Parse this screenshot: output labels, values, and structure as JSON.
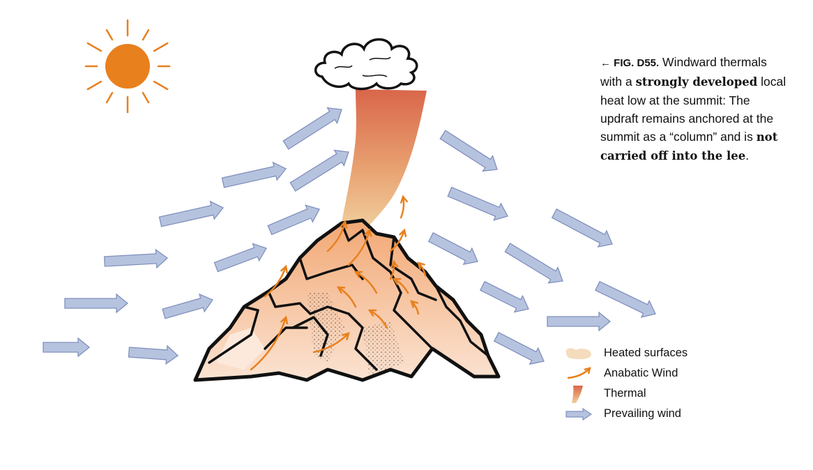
{
  "caption": {
    "fig_label": "← FIG. D55.",
    "parts": [
      {
        "text": " Windward thermals with a ",
        "bold": false
      },
      {
        "text": "strongly developed",
        "bold": true
      },
      {
        "text": " local heat low at the summit: The updraft remains anchored at the summit as a “column” and is ",
        "bold": false
      },
      {
        "text": "not carried off into the lee",
        "bold": true
      },
      {
        "text": ".",
        "bold": false
      }
    ]
  },
  "legend": [
    {
      "label": "Heated surfaces",
      "icon": "heated-surface-swatch"
    },
    {
      "label": "Anabatic Wind",
      "icon": "anabatic-arrow"
    },
    {
      "label": "Thermal",
      "icon": "thermal-swatch"
    },
    {
      "label": "Prevailing wind",
      "icon": "wind-arrow"
    }
  ],
  "colors": {
    "sun": "#e8801e",
    "anabatic": "#e8801e",
    "wind_fill": "#b6c3df",
    "wind_stroke": "#8090bd",
    "heated": "#f4c9a6",
    "thermal_top": "#d9664a",
    "thermal_bottom": "#f0c898"
  }
}
